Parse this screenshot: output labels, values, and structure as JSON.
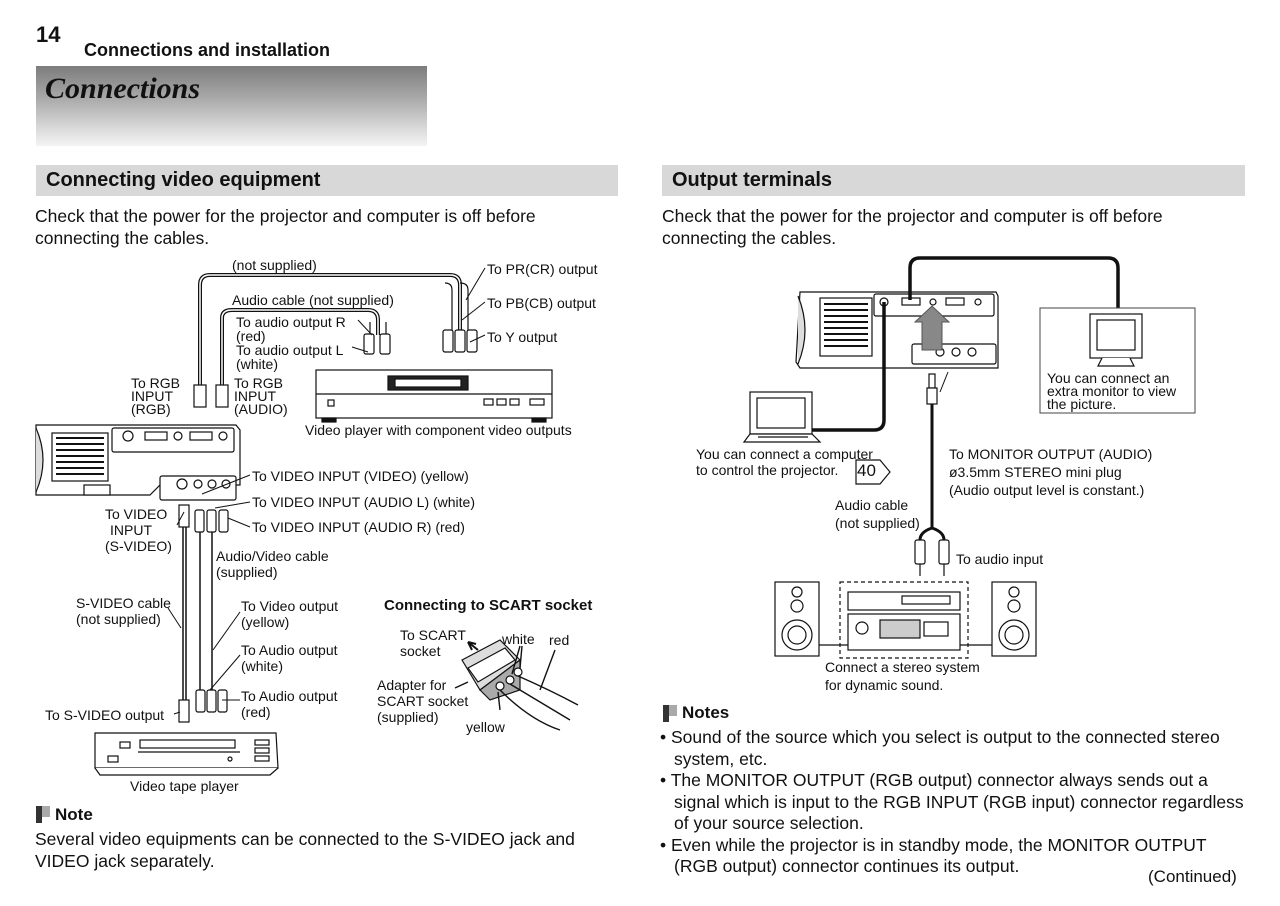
{
  "header": {
    "page_number": "14",
    "chapter": "Connections and installation",
    "title": "Connections"
  },
  "left": {
    "section_title": "Connecting video equipment",
    "intro": "Check that the power for the projector and computer is off before connecting the cables.",
    "labels": {
      "not_supplied": "(not supplied)",
      "to_pr_output": "To PR(CR) output",
      "to_pb_output": "To PB(CB) output",
      "to_y_output": "To Y output",
      "audio_cable": "Audio cable (not supplied)",
      "to_audio_r": "To audio output R",
      "red": "(red)",
      "to_audio_l": "To audio output L",
      "white": "(white)",
      "to_rgb_input_rgb_1": "To  RGB",
      "to_rgb_input_rgb_2": "INPUT",
      "to_rgb_input_rgb_3": "(RGB)",
      "to_rgb_input_audio_1": "To RGB",
      "to_rgb_input_audio_2": "INPUT",
      "to_rgb_input_audio_3": "(AUDIO)",
      "video_player": "Video player with component video outputs",
      "to_video_input_video": "To VIDEO INPUT (VIDEO) (yellow)",
      "to_video_input_audio_l": "To VIDEO INPUT (AUDIO L) (white)",
      "to_video_input_audio_r": "To VIDEO INPUT (AUDIO R) (red)",
      "to_video_1": "To VIDEO",
      "to_video_2": "INPUT",
      "to_video_3": "(S-VIDEO)",
      "av_cable_1": "Audio/Video cable",
      "av_cable_2": "(supplied)",
      "svideo_cable_1": "S-VIDEO cable",
      "svideo_cable_2": "(not supplied)",
      "to_video_output_1": "To Video output",
      "to_video_output_2": "(yellow)",
      "to_audio_output_w_1": "To Audio output",
      "to_audio_output_w_2": "(white)",
      "to_audio_output_r_1": "To Audio output",
      "to_audio_output_r_2": "(red)",
      "to_svideo_output": "To S-VIDEO output",
      "video_tape_player": "Video tape player",
      "scart_title": "Connecting to SCART socket",
      "to_scart_1": "To SCART",
      "to_scart_2": "socket",
      "scart_white": "white",
      "scart_red": "red",
      "adapter_1": "Adapter for",
      "adapter_2": "SCART socket",
      "adapter_3": "(supplied)",
      "scart_yellow": "yellow"
    },
    "note_title": "Note",
    "note_text": "Several video equipments can be connected to the S-VIDEO jack and VIDEO jack separately."
  },
  "right": {
    "section_title": "Output terminals",
    "intro": "Check that the power for the projector and computer is off before connecting the cables.",
    "labels": {
      "extra_monitor_1": "You can connect an",
      "extra_monitor_2": "extra monitor to view",
      "extra_monitor_3": "the picture.",
      "computer_1": "You can connect a computer",
      "computer_2": "to control the projector.",
      "page_ref": "40",
      "monitor_output_1": "To MONITOR OUTPUT (AUDIO)",
      "monitor_output_2": "ø3.5mm STEREO mini plug",
      "monitor_output_3": "(Audio output level is constant.)",
      "audio_cable_1": "Audio cable",
      "audio_cable_2": "(not supplied)",
      "to_audio_input": "To audio input",
      "stereo_1": "Connect a stereo system",
      "stereo_2": "for dynamic sound."
    },
    "notes_title": "Notes",
    "notes": [
      "Sound of the source which you select is output to the connected stereo system, etc.",
      "The MONITOR OUTPUT (RGB output) connector always sends out a signal which is input to the RGB INPUT (RGB input) connector regardless of your source selection.",
      "Even while the projector is in standby mode, the MONITOR OUTPUT (RGB output) connector continues its output."
    ],
    "continued": "(Continued)"
  }
}
